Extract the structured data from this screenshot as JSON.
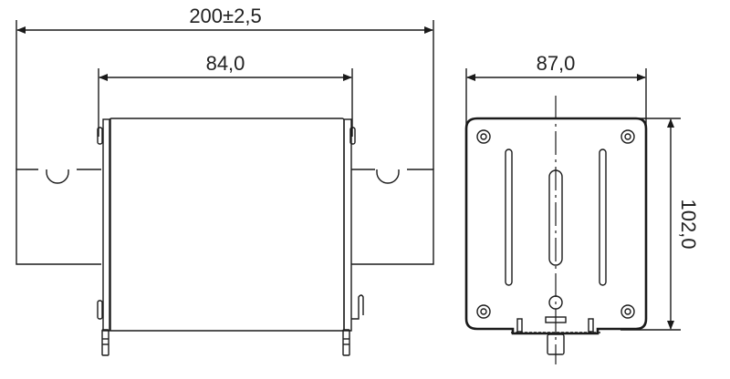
{
  "dimensions": {
    "overall_length": "200±2,5",
    "body_length": "84,0",
    "body_width": "87,0",
    "body_height": "102,0"
  },
  "colors": {
    "line": "#1a1a1a",
    "background": "#ffffff"
  }
}
